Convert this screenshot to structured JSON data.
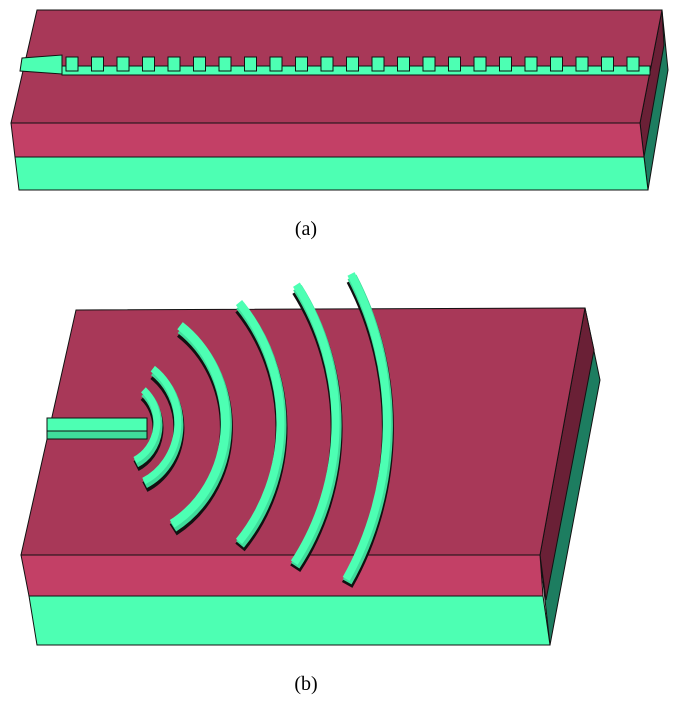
{
  "panels": [
    {
      "caption": "(a)",
      "structure": "grating-waveguide"
    },
    {
      "caption": "(b)",
      "structure": "focusing-grating-coupler"
    }
  ],
  "colors": {
    "top_red": "#a83858",
    "front_red": "#c34066",
    "side_red": "#6a2036",
    "green": "#4dffb3",
    "side_green": "#1d7d60",
    "outline": "#111111"
  }
}
